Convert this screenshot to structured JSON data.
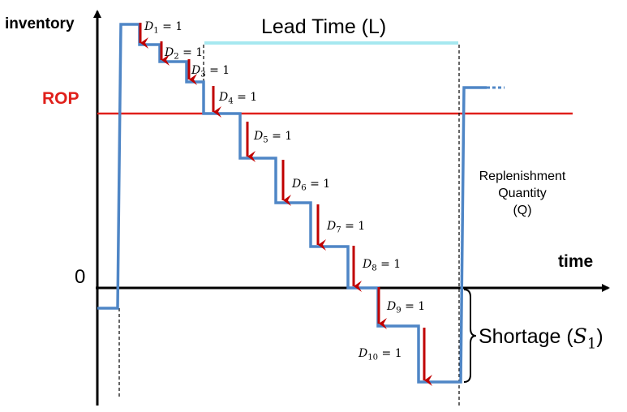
{
  "labels": {
    "y_axis": "inventory",
    "x_axis": "time",
    "zero": "0",
    "rop": "ROP",
    "lead_time": "Lead Time (L)",
    "replenishment_line1": "Replenishment",
    "replenishment_line2": "Quantity",
    "replenishment_line3": "(Q)",
    "shortage_prefix": "Shortage (",
    "shortage_var": "S",
    "shortage_sub": "1",
    "shortage_suffix": ")"
  },
  "demands": [
    {
      "var": "D",
      "sub": "1",
      "eq": " = 1"
    },
    {
      "var": "D",
      "sub": "2",
      "eq": " = 1"
    },
    {
      "var": "D",
      "sub": "3",
      "eq": " = 1"
    },
    {
      "var": "D",
      "sub": "4",
      "eq": " = 1"
    },
    {
      "var": "D",
      "sub": "5",
      "eq": " = 1"
    },
    {
      "var": "D",
      "sub": "6",
      "eq": " = 1"
    },
    {
      "var": "D",
      "sub": "7",
      "eq": " = 1"
    },
    {
      "var": "D",
      "sub": "8",
      "eq": " = 1"
    },
    {
      "var": "D",
      "sub": "9",
      "eq": " = 1"
    },
    {
      "var": "D",
      "sub": "10",
      "eq": " = 1"
    }
  ],
  "colors": {
    "inventory_line": "#4f86c6",
    "rop_line": "#e0201b",
    "arrow": "#c00000",
    "lead_time_bar": "#4dd0e1",
    "axis": "#000000"
  }
}
